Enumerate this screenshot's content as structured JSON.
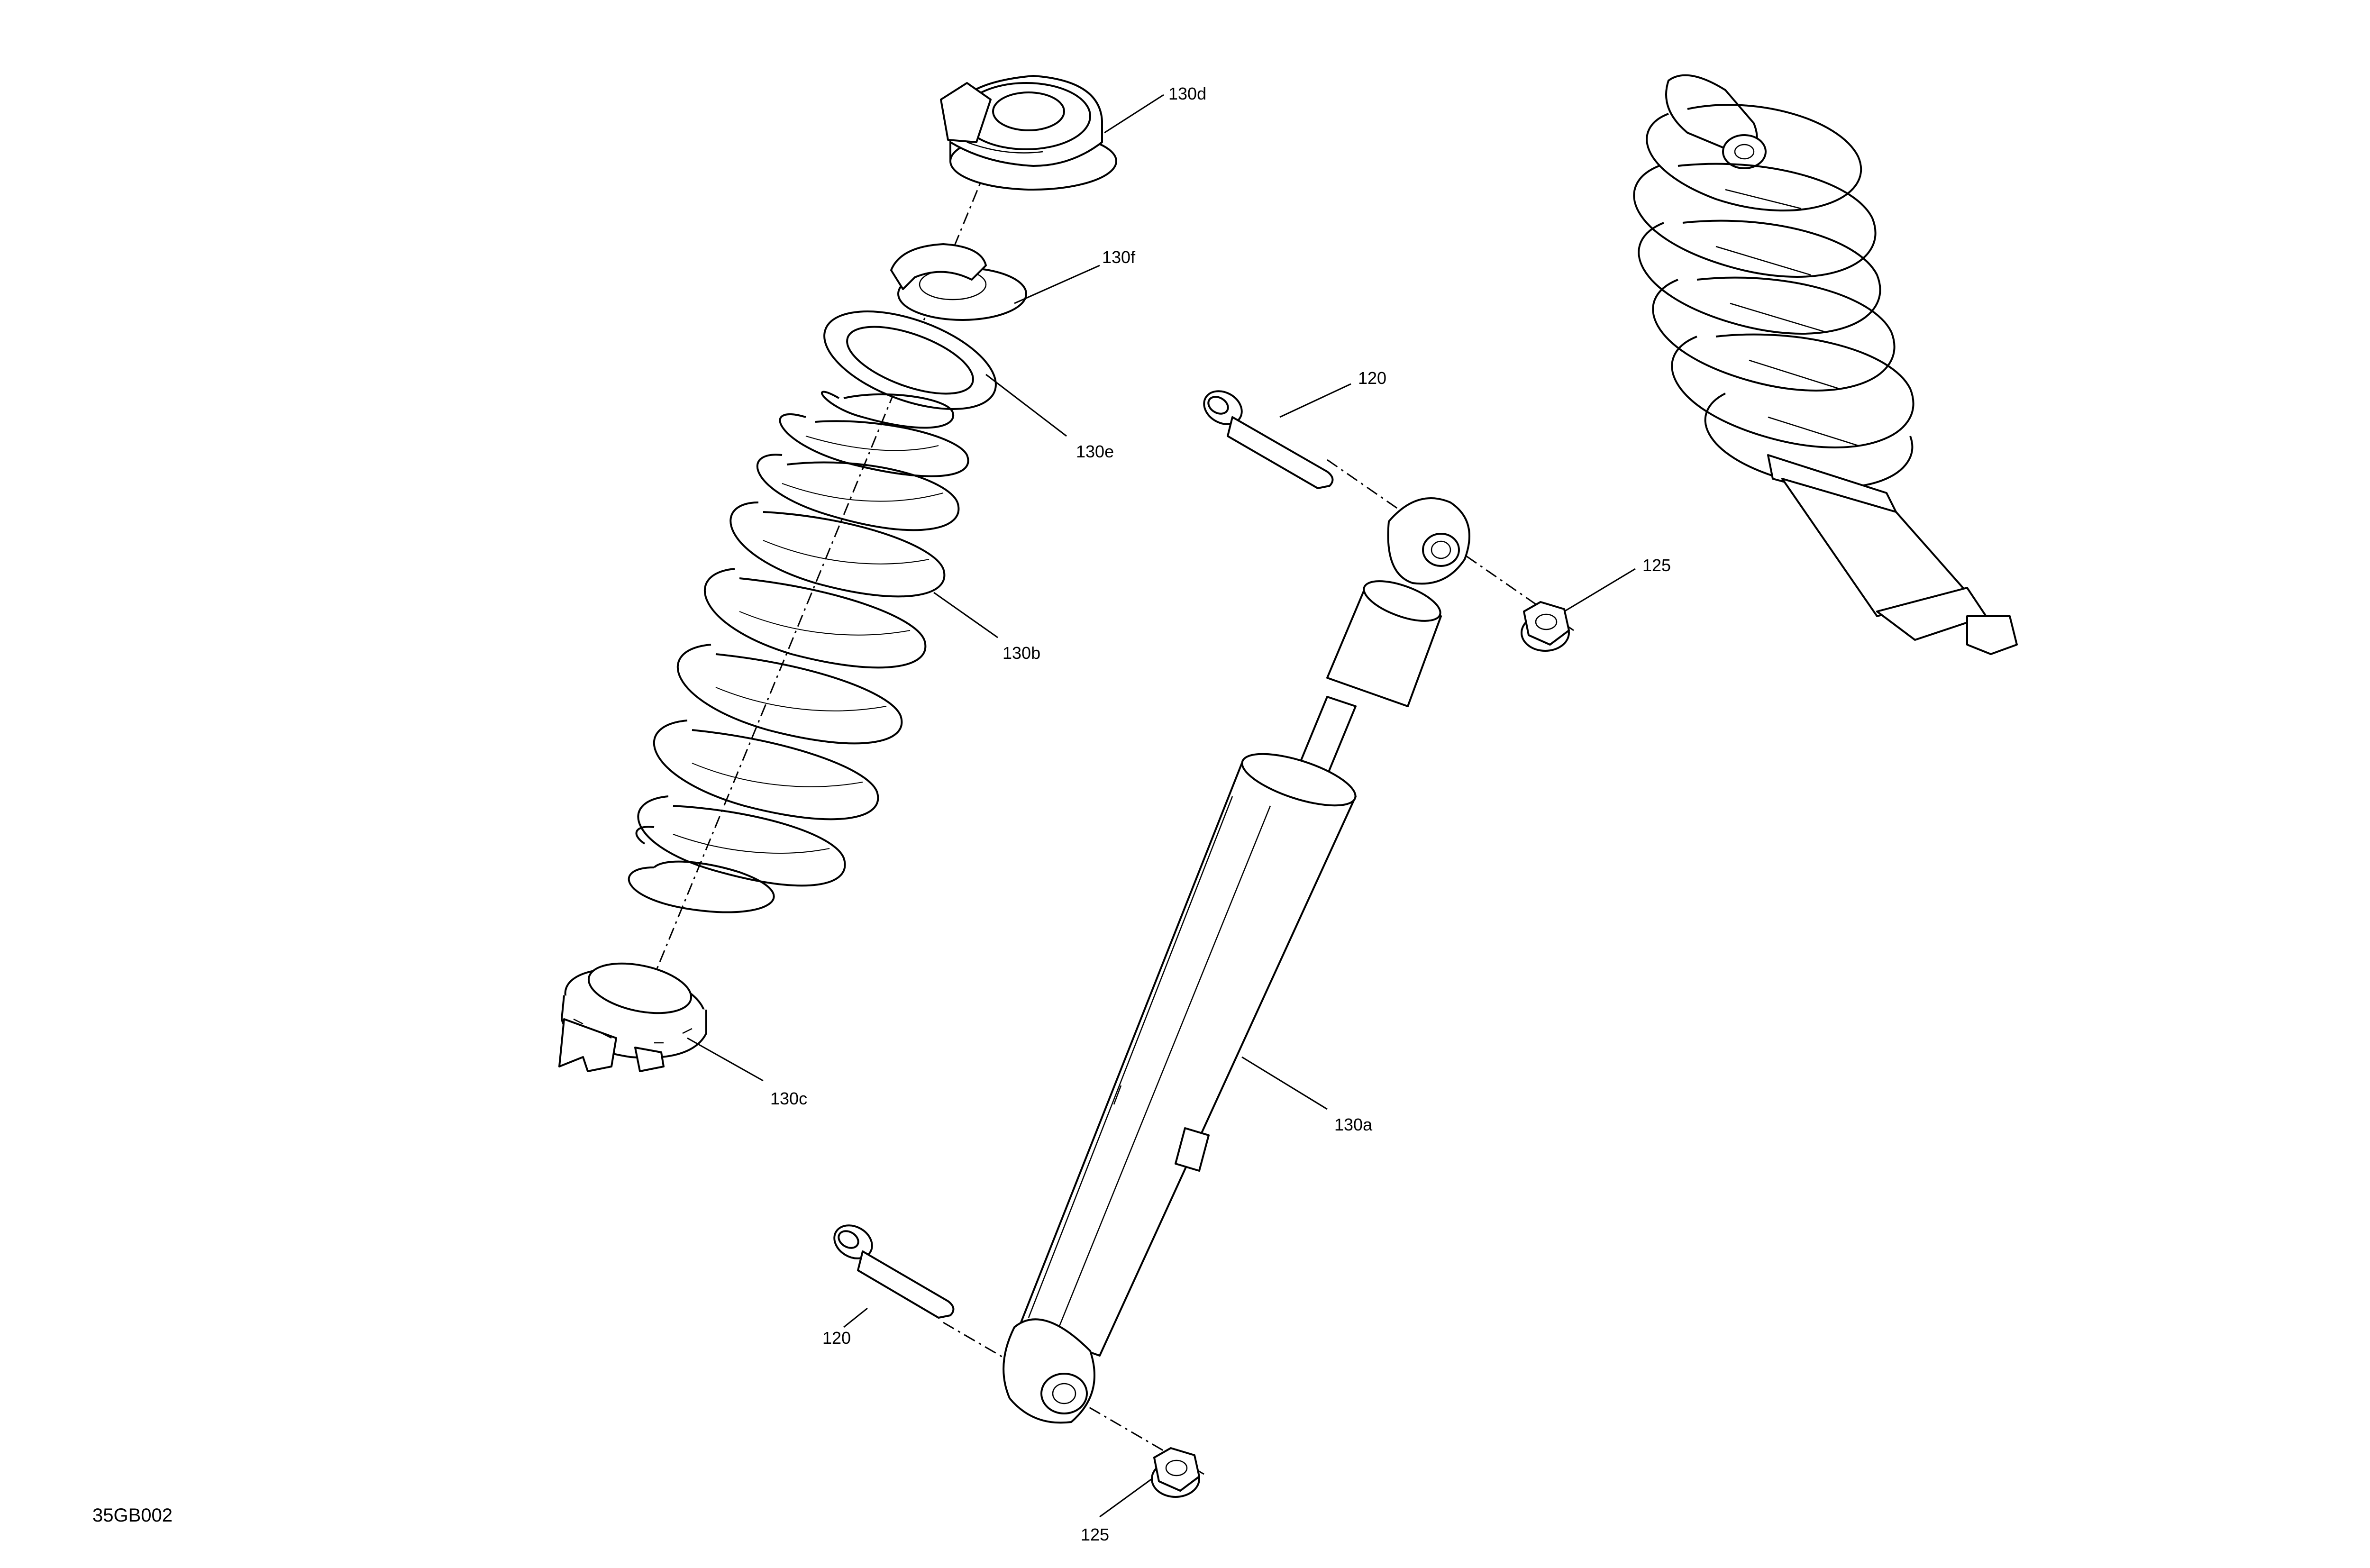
{
  "diagram_code": "35GB002",
  "callouts": {
    "c130d": "130d",
    "c130f": "130f",
    "c130e": "130e",
    "c130b": "130b",
    "c130c": "130c",
    "c130a": "130a",
    "c120_top": "120",
    "c120_bottom": "120",
    "c125_top": "125",
    "c125_bottom": "125"
  },
  "colors": {
    "line": "#000000",
    "background": "#ffffff"
  }
}
